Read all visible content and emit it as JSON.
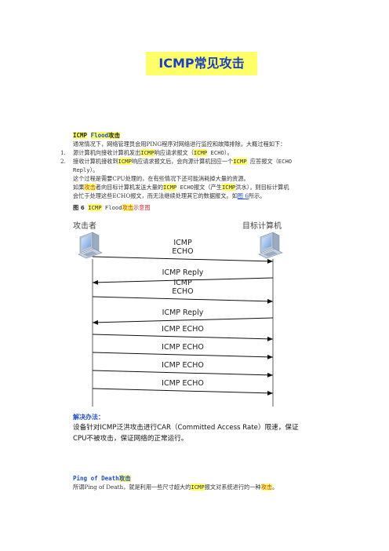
{
  "title": "ICMP常见攻击",
  "flood": {
    "heading_prefix": "ICMP",
    "heading_word": "Flood",
    "heading_suffix": "攻击",
    "intro": "通常情况下，网络管理员会用PING程序对网络进行监控和故障排除，大概过程如下：",
    "steps": [
      {
        "num": "1.",
        "parts": [
          "源计算机向接收计算机发出",
          "ICMP",
          "响应请求报文（",
          "ICMP",
          " ECHO）。"
        ]
      },
      {
        "num": "2.",
        "parts": [
          "接收计算机接收到",
          "ICMP",
          "响应请求报文后，会向源计算机回应一个",
          "ICMP",
          " 应答报文（ECHO"
        ]
      }
    ],
    "step2_cont": "Reply）。",
    "para2": "这个过程是需要CPU处理的，在有些情况下还可能消耗掉大量的资源。",
    "para3_parts": [
      "如果",
      "攻击",
      "者向目标计算机发送大量的",
      "ICMP",
      " ECHO报文（产生",
      "ICMP",
      "洪水），则目标计算机"
    ],
    "para4_parts": [
      "会忙于处理这些ECHO报文，而无法继续处理其它的数据报文。如",
      "图 6",
      "所示。"
    ],
    "figure_caption_parts": [
      "图 6",
      "ICMP",
      " Flood",
      "攻击",
      "示意图"
    ]
  },
  "diagram": {
    "left_label": "攻击者",
    "right_label": "目标计算机",
    "messages": [
      {
        "text": "ICMP\nECHO",
        "dir": "right"
      },
      {
        "text": "ICMP Reply",
        "dir": "left"
      },
      {
        "text": "ICMP\nECHO",
        "dir": "right"
      },
      {
        "text": "ICMP Reply",
        "dir": "left"
      },
      {
        "text": "ICMP ECHO",
        "dir": "right"
      },
      {
        "text": "ICMP ECHO",
        "dir": "right"
      },
      {
        "text": "ICMP ECHO",
        "dir": "right"
      },
      {
        "text": "ICMP ECHO",
        "dir": "right"
      }
    ]
  },
  "solution": {
    "title": "解决办法：",
    "line1": "设备针对ICMP泛洪攻击进行CAR（Committed Access Rate）限速，保证",
    "line2": "CPU不被攻击，保证网络的正常运行。"
  },
  "ping_of_death": {
    "heading_prefix": "Ping of Death",
    "heading_suffix": "攻击",
    "text_parts": [
      "所谓Ping of Death，就是利用一些尺寸超大的",
      "ICMP",
      "报文对系统进行的一种",
      "攻击",
      "。"
    ]
  },
  "colors": {
    "highlight": "#ffff66",
    "blue": "#1f4fd1",
    "red": "#d23030"
  }
}
